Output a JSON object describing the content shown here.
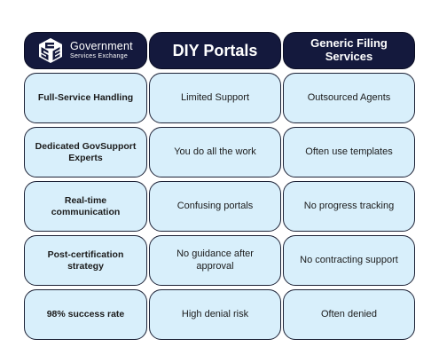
{
  "brand": {
    "name_line1": "Government",
    "name_line2": "Services Exchange",
    "logo_icon": "gse-cube-logo-icon"
  },
  "columns": [
    {
      "label": "DIY Portals"
    },
    {
      "label": "Generic Filing Services"
    }
  ],
  "rows": [
    {
      "feature": "Full-Service Handling",
      "diy": "Limited Support",
      "generic": "Outsourced Agents"
    },
    {
      "feature": "Dedicated GovSupport Experts",
      "diy": "You do all the work",
      "generic": "Often use templates"
    },
    {
      "feature": "Real-time communication",
      "diy": "Confusing portals",
      "generic": "No progress tracking"
    },
    {
      "feature": "Post-certification strategy",
      "diy": "No guidance after approval",
      "generic": "No contracting support"
    },
    {
      "feature": "98% success rate",
      "diy": "High denial risk",
      "generic": "Often denied"
    }
  ],
  "colors": {
    "header_bg": "#14193d",
    "cell_bg": "#d8effb",
    "border": "#1d2236"
  }
}
